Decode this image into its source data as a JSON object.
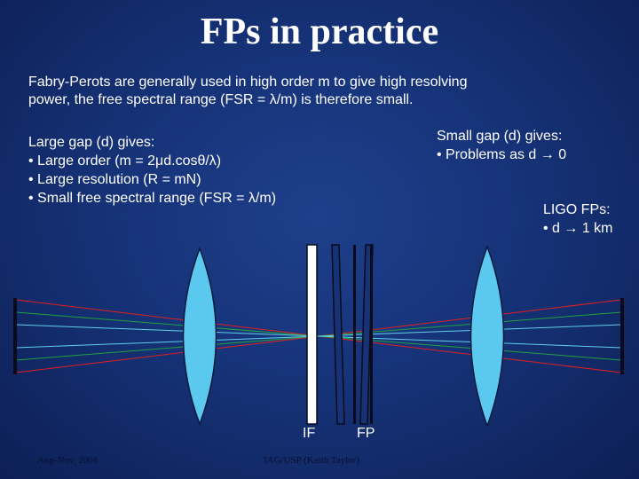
{
  "title": "FPs in practice",
  "intro": {
    "line1": "Fabry-Perots are generally used in high order m to give high resolving",
    "line2": "power, the free spectral range (FSR = λ/m) is therefore small."
  },
  "large_gap": {
    "heading": "Large gap (d) gives:",
    "bullets": [
      "• Large order (m = 2μd.cosθ/λ)",
      "• Large resolution (R = mN)",
      "• Small free spectral range (FSR = λ/m)"
    ]
  },
  "small_gap": {
    "heading": "Small gap (d) gives:",
    "bullets": [
      "• Problems as d → 0"
    ]
  },
  "ligo": {
    "heading": "LIGO FPs:",
    "bullets": [
      "• d → 1 km"
    ]
  },
  "diagram_labels": {
    "if": "IF",
    "fp": "FP"
  },
  "footer": {
    "left": "Aug-Nov, 2008",
    "center": "IAG/USP (Keith Taylor)"
  },
  "colors": {
    "background": "#163378",
    "lens_fill": "#5bc8f0",
    "ray_red": "#e02020",
    "ray_green": "#20a040",
    "ray_cyan": "#60d0e8"
  }
}
